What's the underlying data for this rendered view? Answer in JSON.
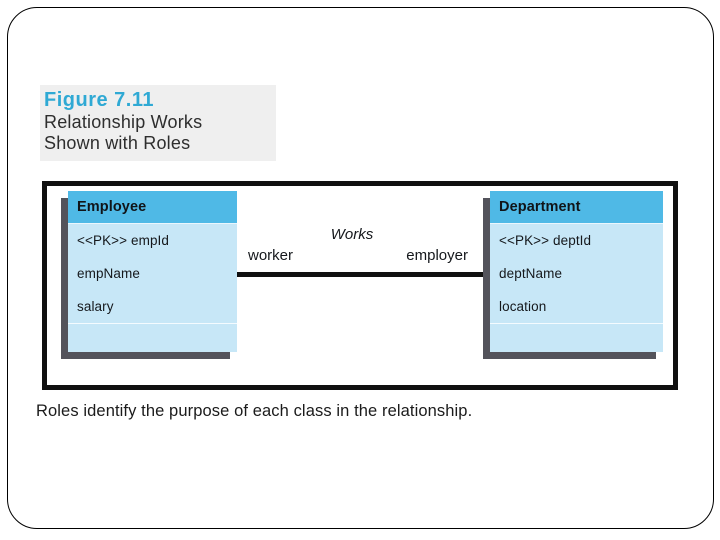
{
  "slide": {
    "figure_label": "Figure 7.11",
    "figure_subtitle_line1": "Relationship Works",
    "figure_subtitle_line2": "Shown with Roles",
    "caption": "Roles identify the purpose of each class in the relationship."
  },
  "diagram": {
    "classes": [
      {
        "name": "Employee",
        "attributes": [
          "<<PK>> empId",
          "empName",
          "salary"
        ]
      },
      {
        "name": "Department",
        "attributes": [
          "<<PK>> deptId",
          "deptName",
          "location"
        ]
      }
    ],
    "relationship": {
      "name": "Works",
      "left_role": "worker",
      "right_role": "employer"
    }
  },
  "colors": {
    "figure_label_teal": "#2fa9d4",
    "class_header_blue": "#4fb9e6",
    "class_body_blue": "#c7e7f7",
    "box_shadow_gray": "#53535b",
    "panel_border_black": "#101010",
    "title_block_gray": "#efefef"
  }
}
